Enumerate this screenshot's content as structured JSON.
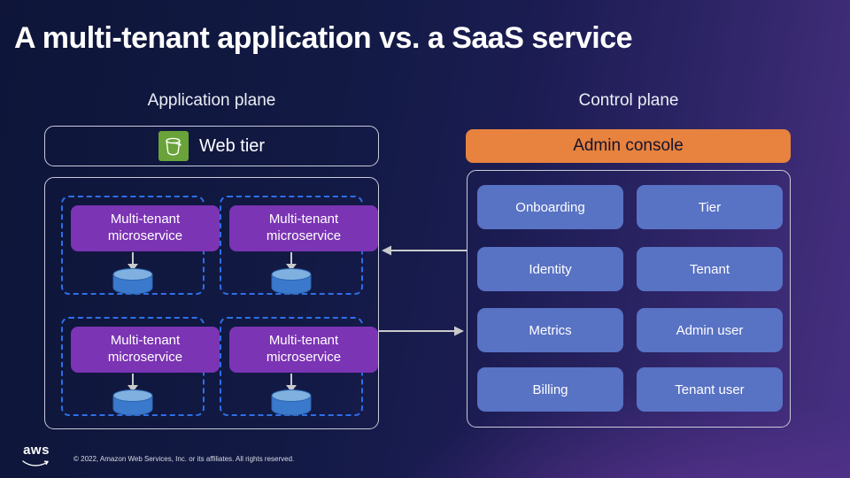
{
  "title": "A multi-tenant application vs. a SaaS service",
  "app_plane": {
    "heading": "Application plane",
    "web_tier_label": "Web tier",
    "web_tier_icon": "s3-bucket-icon",
    "microservices": [
      "Multi-tenant microservice",
      "Multi-tenant microservice",
      "Multi-tenant microservice",
      "Multi-tenant microservice"
    ],
    "database_icon": "database-cylinder-icon"
  },
  "control_plane": {
    "heading": "Control plane",
    "admin_console_label": "Admin console",
    "buttons": [
      "Onboarding",
      "Tier",
      "Identity",
      "Tenant",
      "Metrics",
      "Admin user",
      "Billing",
      "Tenant user"
    ]
  },
  "arrows": {
    "control_to_app": "left",
    "app_to_control": "right"
  },
  "footer": {
    "logo_text": "aws",
    "copyright": "© 2022, Amazon Web Services, Inc. or its affiliates. All rights reserved."
  },
  "colors": {
    "background_navy": "#121a44",
    "background_purple": "#472f82",
    "container_border": "#c9cbd8",
    "dashed_border_blue": "#2d6fe8",
    "microservice_purple": "#7b34b4",
    "button_blue": "#5872c4",
    "admin_console_orange": "#e7823f",
    "bucket_green": "#69a339",
    "database_blue": "#3a79cc",
    "database_top_blue": "#7fb0e0",
    "arrow_gray": "#c9cacb"
  }
}
